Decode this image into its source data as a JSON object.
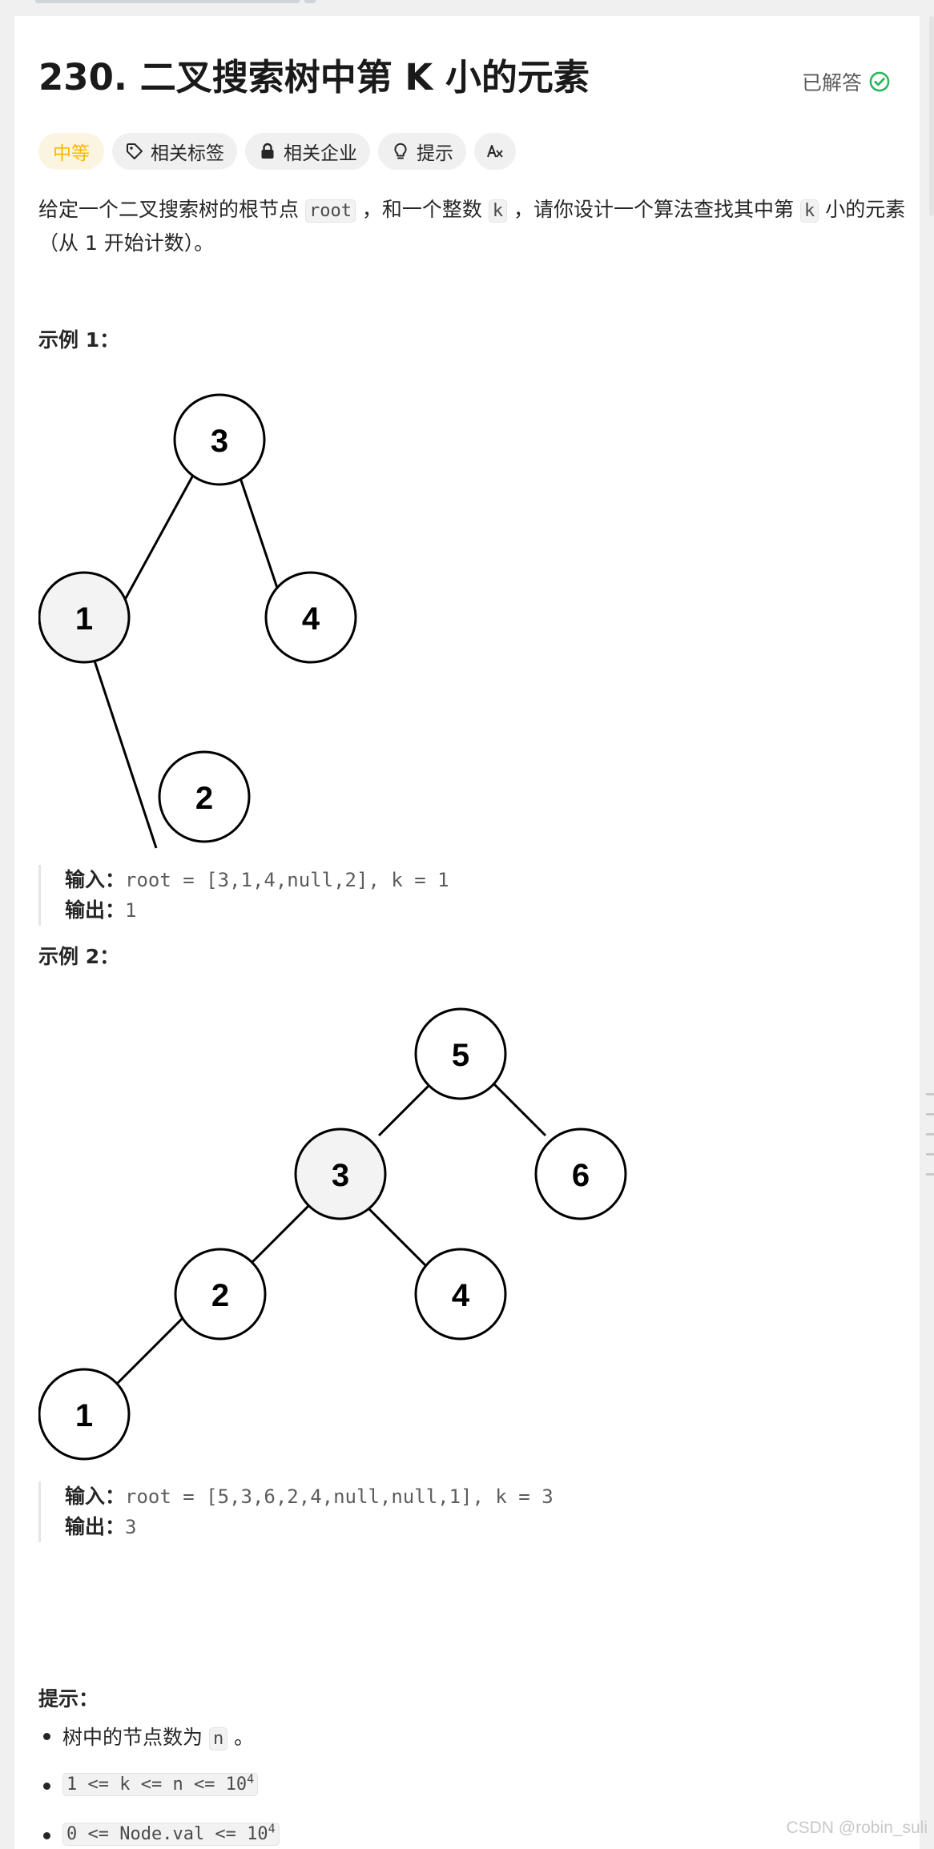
{
  "problem": {
    "title": "230. 二叉搜索树中第 K 小的元素",
    "status": "已解答"
  },
  "tags": {
    "difficulty": "中等",
    "related_tags": "相关标签",
    "related_companies": "相关企业",
    "hint": "提示",
    "translate": "A文"
  },
  "description": {
    "part1": "给定一个二叉搜索树的根节点 ",
    "code1": "root",
    "part2": " ，和一个整数 ",
    "code2": "k",
    "part3": " ，请你设计一个算法查找其中第 ",
    "code3": "k",
    "part4": " 小的元素（从 1 开始计数）。"
  },
  "examples": [
    {
      "heading": "示例 1：",
      "nodes": [
        "3",
        "1",
        "4",
        "2"
      ],
      "highlighted": "1",
      "input_label": "输入：",
      "input": "root = [3,1,4,null,2], k = 1",
      "output_label": "输出：",
      "output": "1"
    },
    {
      "heading": "示例 2：",
      "nodes": [
        "5",
        "3",
        "6",
        "2",
        "4",
        "1"
      ],
      "highlighted": "3",
      "input_label": "输入：",
      "input": "root = [5,3,6,2,4,null,null,1], k = 3",
      "output_label": "输出：",
      "output": "3"
    }
  ],
  "constraints": {
    "heading": "提示：",
    "items": [
      {
        "pre": "树中的节点数为 ",
        "code": "n",
        "post": " 。"
      },
      {
        "code": "1 <= k <= n <= 10",
        "sup": "4"
      },
      {
        "code": "0 <= Node.val <= 10",
        "sup": "4"
      }
    ]
  },
  "watermark": "CSDN @robin_suli",
  "colors": {
    "difficulty": "#ffb800",
    "solved_check": "#2db55d",
    "highlight_node": "#f3f3f3"
  }
}
